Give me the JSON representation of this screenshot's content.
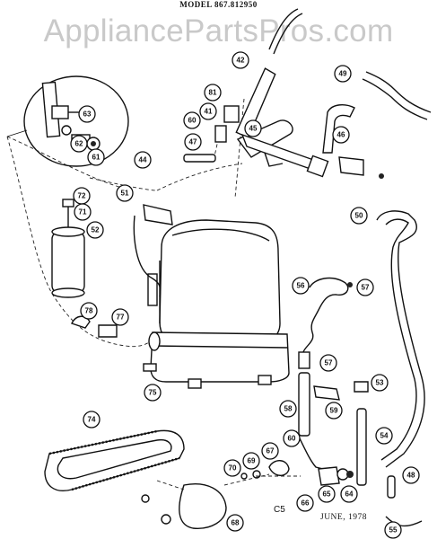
{
  "header": {
    "model": "MODEL 867.812950"
  },
  "watermark": "AppliancePartsPros.com",
  "footer": {
    "code": "C5",
    "date": "JUNE, 1978"
  },
  "callouts": [
    "42",
    "49",
    "81",
    "41",
    "60",
    "46",
    "47",
    "45",
    "44",
    "63",
    "62",
    "61",
    "51",
    "72",
    "71",
    "52",
    "50",
    "78",
    "77",
    "56",
    "57",
    "57",
    "53",
    "75",
    "58",
    "59",
    "74",
    "54",
    "60",
    "67",
    "70",
    "69",
    "48",
    "65",
    "64",
    "66",
    "55",
    "68"
  ]
}
